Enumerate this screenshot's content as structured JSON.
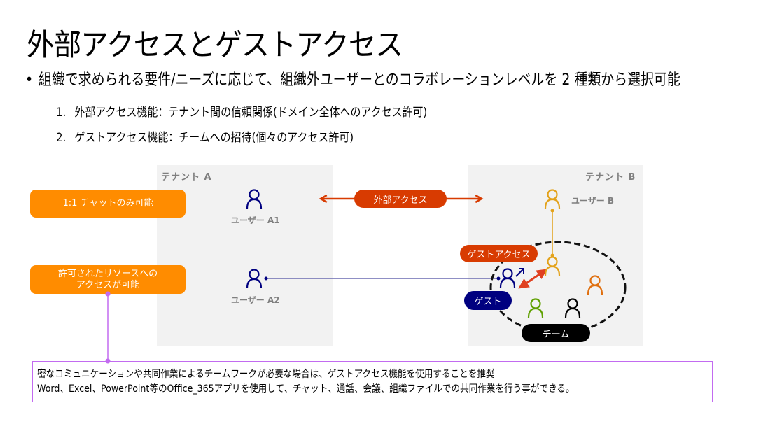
{
  "title": "外部アクセスとゲストアクセス",
  "bullet": "組織で求められる要件/ニーズに応じて、組織外ユーザーとのコラボレーションレベルを 2 種類から選択可能",
  "items": [
    {
      "num": "1.",
      "text": "外部アクセス機能：テナント間の信頼関係(ドメイン全体へのアクセス許可)"
    },
    {
      "num": "2.",
      "text": "ゲストアクセス機能：チームへの招待(個々のアクセス許可)"
    }
  ],
  "diagram": {
    "tenant_a": {
      "label": "テナント A",
      "users": [
        "ユーザー A1",
        "ユーザー A2"
      ]
    },
    "tenant_b": {
      "label": "テナント B",
      "user": "ユーザー B"
    },
    "callouts": {
      "chat_only": "1:1 チャットのみ可能",
      "resource_access_line1": "許可されたリソースへの",
      "resource_access_line2": "アクセスが可能"
    },
    "external_access": "外部アクセス",
    "guest_access": "ゲストアクセス",
    "guest": "ゲスト",
    "team": "チーム",
    "colors": {
      "orange_box": "#ff8c00",
      "external_red": "#d83b01",
      "navy": "#000080",
      "gold": "#e3a21a",
      "orange_user": "#e07010",
      "green_user": "#5fa000",
      "purple_line": "#c26bf0"
    }
  },
  "note": {
    "line1": "密なコミュニケーションや共同作業によるチームワークが必要な場合は、ゲストアクセス機能を使用することを推奨",
    "line2": "Word、Excel、PowerPoint等のOffice_365アプリを使用して、チャット、通話、会議、組織ファイルでの共同作業を行う事ができる。"
  }
}
